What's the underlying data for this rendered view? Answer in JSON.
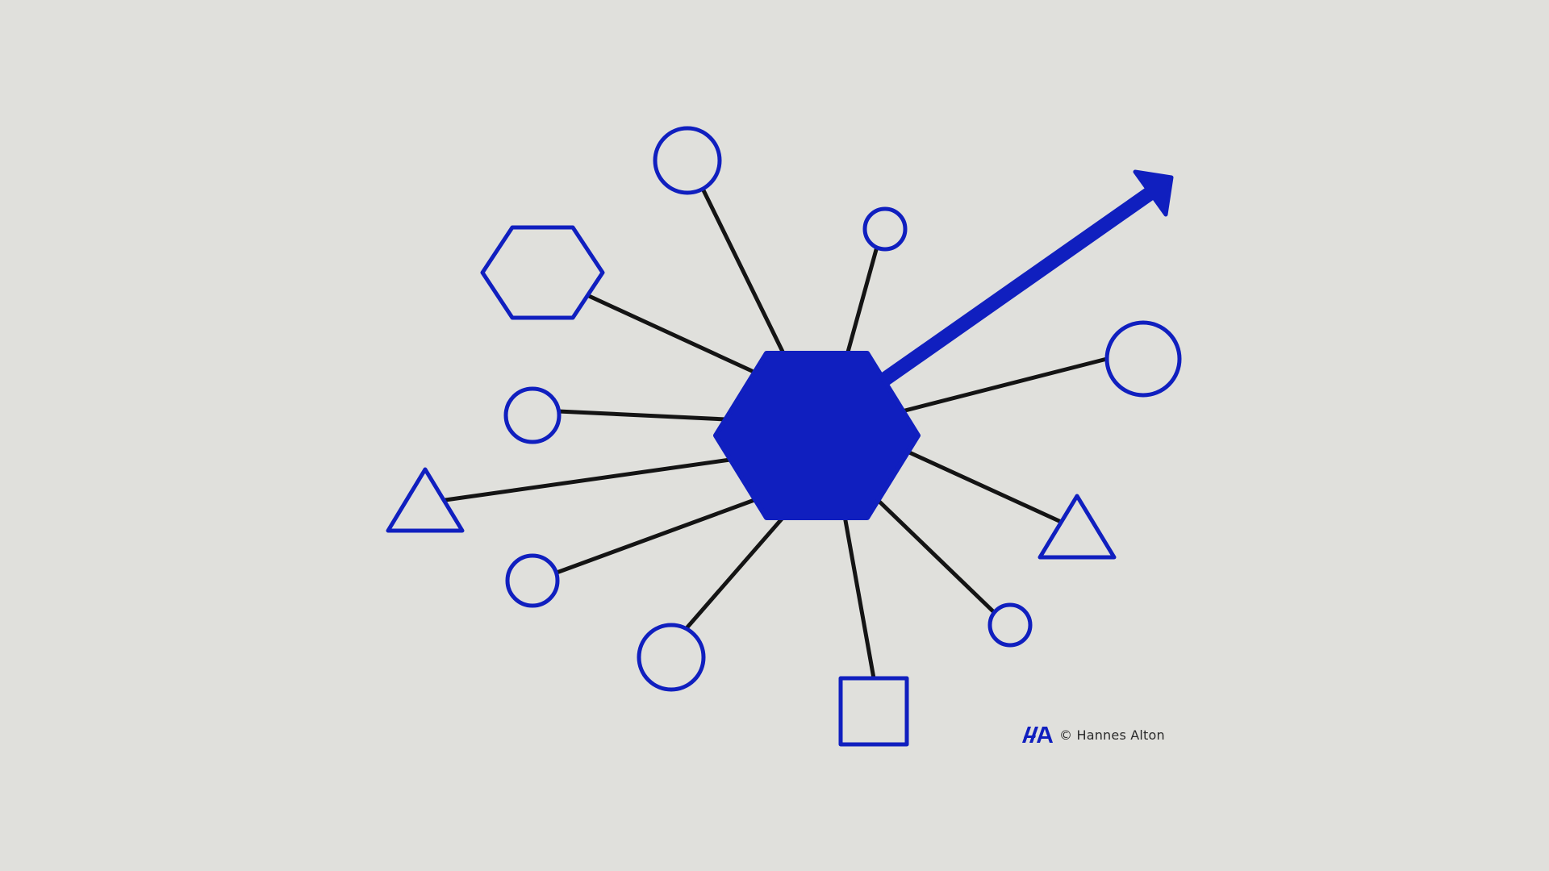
{
  "colors": {
    "background": "#e0e0dc",
    "accent": "#101fbf",
    "line": "#141414",
    "text": "#2a2a2a"
  },
  "diagram": {
    "hub": {
      "shape": "hexagon",
      "style": "filled",
      "icon": "hexagon-hub-icon"
    },
    "arrow": {
      "icon": "arrow-up-right-icon",
      "direction": "up-right"
    },
    "nodes": [
      {
        "name": "node-circle-top",
        "shape": "circle",
        "size": "large"
      },
      {
        "name": "node-circle-top-right-small",
        "shape": "circle",
        "size": "small"
      },
      {
        "name": "node-hexagon-left",
        "shape": "hexagon",
        "size": "large"
      },
      {
        "name": "node-circle-right",
        "shape": "circle",
        "size": "large"
      },
      {
        "name": "node-circle-left",
        "shape": "circle",
        "size": "medium"
      },
      {
        "name": "node-triangle-left",
        "shape": "triangle",
        "size": "medium"
      },
      {
        "name": "node-triangle-right",
        "shape": "triangle",
        "size": "medium"
      },
      {
        "name": "node-circle-lower-left",
        "shape": "circle",
        "size": "medium"
      },
      {
        "name": "node-circle-bottom-left",
        "shape": "circle",
        "size": "large"
      },
      {
        "name": "node-square-bottom",
        "shape": "square",
        "size": "medium"
      },
      {
        "name": "node-circle-lower-right",
        "shape": "circle",
        "size": "small"
      }
    ]
  },
  "credit": {
    "logo_icon": "ha-monogram-logo",
    "text": "© Hannes Alton"
  }
}
